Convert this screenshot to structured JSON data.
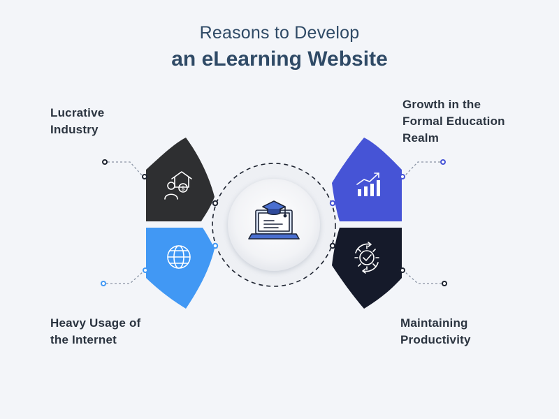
{
  "title": {
    "line1": "Reasons to Develop",
    "line2": "an eLearning Website"
  },
  "reasons": [
    {
      "text": "Lucrative\nIndustry",
      "icon": "investor-house-icon",
      "color": "#2e2f31"
    },
    {
      "text": "Growth in the\nFormal Education\nRealm",
      "icon": "growth-chart-icon",
      "color": "#4654d6"
    },
    {
      "text": "Heavy Usage of\nthe Internet",
      "icon": "globe-icon",
      "color": "#4198f4"
    },
    {
      "text": "Maintaining\nProductivity",
      "icon": "gear-check-icon",
      "color": "#151a2a"
    }
  ],
  "center_icon": "laptop-graduation-cap-icon"
}
